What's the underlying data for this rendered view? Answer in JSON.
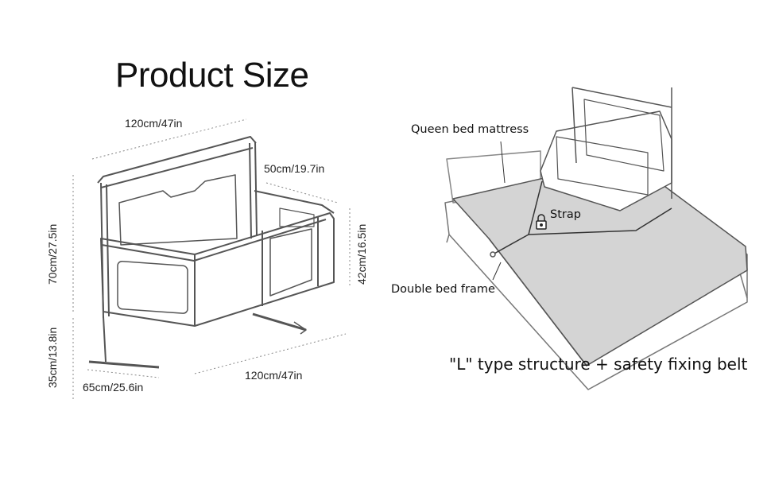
{
  "left": {
    "title": "Product Size",
    "dimensions": {
      "top_width": "120cm/47in",
      "side_depth": "50cm/19.7in",
      "side_height": "42cm/16.5in",
      "total_height": "70cm/27.5in",
      "leg_height": "35cm/13.8in",
      "base_depth": "65cm/25.6in",
      "base_width": "120cm/47in"
    }
  },
  "right": {
    "labels": {
      "mattress": "Queen bed mattress",
      "strap": "Strap",
      "frame": "Double bed frame"
    },
    "caption": "\"L\" type structure + safety fixing belt"
  },
  "colors": {
    "line": "#555555",
    "mattress_fill": "#d4d4d4",
    "dim_line": "#888888"
  },
  "icons": [
    "lock-icon"
  ]
}
